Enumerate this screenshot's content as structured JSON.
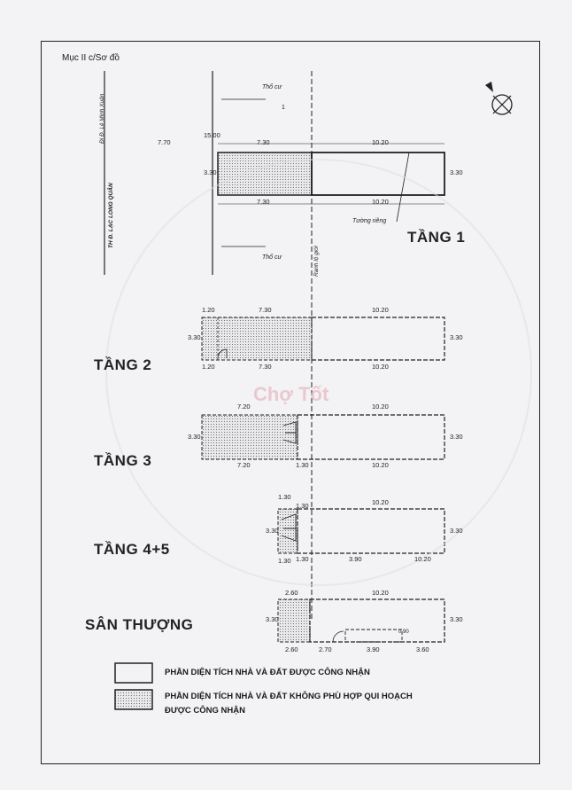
{
  "header": {
    "section_label": "Mục II c/Sơ đồ"
  },
  "streets": {
    "left_main": "TH Đ. LẠC LONG QUÂN",
    "left_sub": "Đi Đ. Lê Minh Xuân",
    "lot_boundary": "Ranh lộ giới"
  },
  "labels": {
    "neighbor_top": "Thổ cư",
    "neighbor_bottom": "Thổ cư",
    "private_wall": "Tường riêng",
    "corner_mark": "1"
  },
  "floors": [
    {
      "name": "TẦNG 1",
      "dims": {
        "street": "7.70",
        "road": "15.00",
        "left": "7.30",
        "right": "10.20",
        "height": "3.30",
        "left_bottom": "7.30",
        "right_bottom": "10.20"
      }
    },
    {
      "name": "TẦNG 2",
      "dims": {
        "overhang": "1.20",
        "left": "7.30",
        "right": "10.20",
        "height": "3.30",
        "overhang_bottom": "1.20",
        "left_bottom": "7.30",
        "right_bottom": "10.20"
      }
    },
    {
      "name": "TẦNG 3",
      "dims": {
        "left": "7.20",
        "right": "10.20",
        "height": "3.30",
        "left_bottom": "7.20",
        "inner_bottom": "1.30",
        "right_bottom": "10.20"
      }
    },
    {
      "name": "TẦNG 4+5",
      "dims": {
        "a": "1.30",
        "b": "1.30",
        "right": "10.20",
        "height": "3.30",
        "a_bottom": "1.30",
        "b_bottom": "1.30",
        "c_bottom": "3.90",
        "d_bottom": "10.20"
      }
    },
    {
      "name": "SÂN THƯỢNG",
      "dims": {
        "left": "2.60",
        "right": "10.20",
        "height": "3.30",
        "left_bottom": "2.60",
        "mid_bottom": "2.70",
        "room_bottom": "3.90",
        "end_bottom": "3.60",
        "room_h": "0.90"
      }
    }
  ],
  "legend": [
    {
      "text": "PHẦN DIỆN TÍCH  NHÀ VÀ ĐẤT ĐƯỢC CÔNG NHẬN",
      "style": "plain"
    },
    {
      "text": "PHẦN DIỆN TÍCH  NHÀ VÀ ĐẤT KHÔNG PHÙ HỢP QUI HOẠCH",
      "text2": "ĐƯỢC CÔNG NHẬN",
      "style": "dotted"
    }
  ],
  "watermark": "Chợ Tốt",
  "colors": {
    "ink": "#1a1a1a",
    "paper": "#f3f2f4",
    "hatch": "#d9d9d9",
    "watermark": "#e6b9c0"
  }
}
